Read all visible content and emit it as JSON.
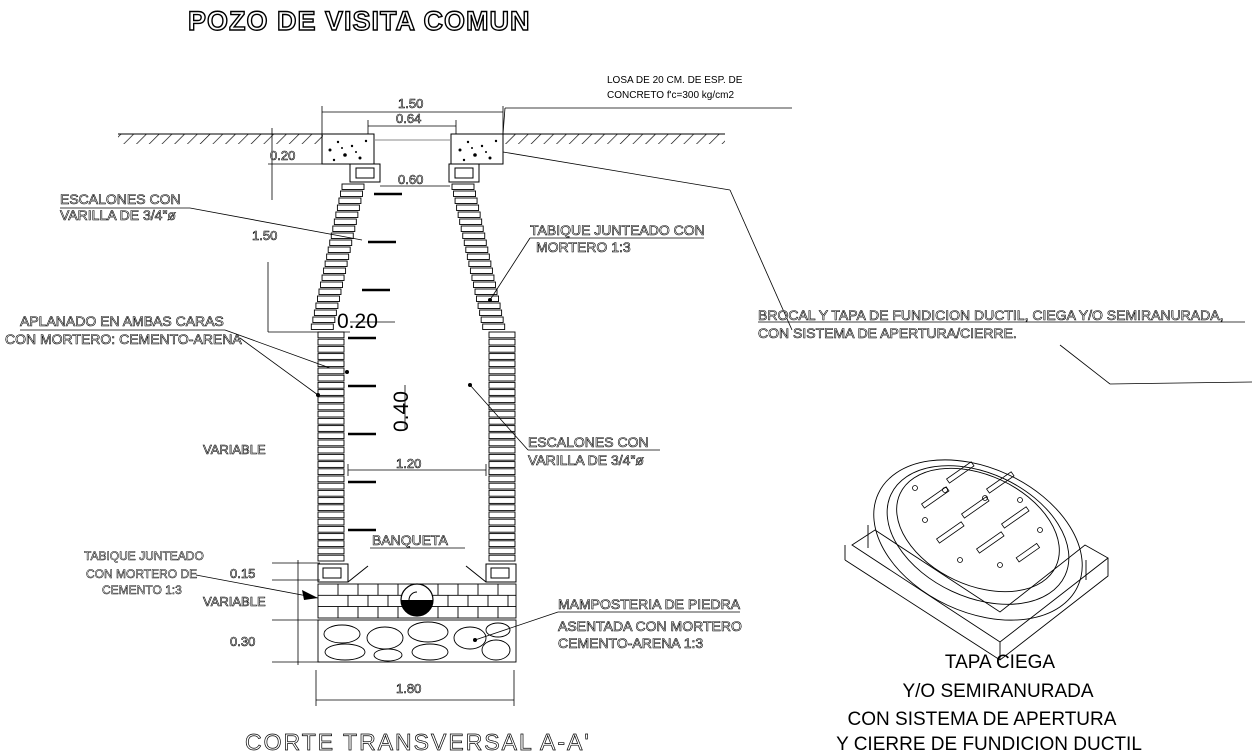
{
  "title": "POZO DE VISITA COMUN",
  "section_title": "CORTE TRANSVERSAL A-A'",
  "dimensions": {
    "top_width": "1.50",
    "cover_opening": "0.64",
    "slab_thickness": "0.20",
    "neck_width": "0.60",
    "cone_height": "1.50",
    "wall_thickness": "0.20",
    "step_spacing": "0.40",
    "inner_diameter": "1.20",
    "shaft_height": "VARIABLE",
    "bench_height": "0.15",
    "bench_variable": "VARIABLE",
    "base_thickness": "0.30",
    "base_width": "1.80"
  },
  "labels": {
    "slab_line1": "LOSA DE 20 CM. DE ESP. DE",
    "slab_line2": "CONCRETO f'c=300 kg/cm2",
    "steps_top_line1": "ESCALONES CON",
    "steps_top_line2": "VARILLA DE 3/4\"ø",
    "brick_top_line1": "TABIQUE JUNTEADO CON",
    "brick_top_line2": "MORTERO 1:3",
    "plaster_line1": "APLANADO EN AMBAS CARAS",
    "plaster_line2": "CON MORTERO: CEMENTO-ARENA",
    "brocal_line1": "BROCAL Y TAPA DE FUNDICION DUCTIL, CIEGA Y/O SEMIRANURADA,",
    "brocal_line2": "CON SISTEMA DE APERTURA/CIERRE.",
    "steps_bottom_line1": "ESCALONES CON",
    "steps_bottom_line2": "VARILLA DE 3/4\"ø",
    "banqueta": "BANQUETA",
    "brick_bottom_line1": "TABIQUE JUNTEADO",
    "brick_bottom_line2": "CON MORTERO DE",
    "brick_bottom_line3": "CEMENTO 1:3",
    "stone_line1": "MAMPOSTERIA DE PIEDRA",
    "stone_line2": "ASENTADA CON MORTERO",
    "stone_line3": "CEMENTO-ARENA 1:3"
  },
  "cover_caption": {
    "line1": "TAPA CIEGA",
    "line2": "Y/O SEMIRANURADA",
    "line3": "CON SISTEMA DE APERTURA",
    "line4": "Y CIERRE DE FUNDICION DUCTIL"
  }
}
